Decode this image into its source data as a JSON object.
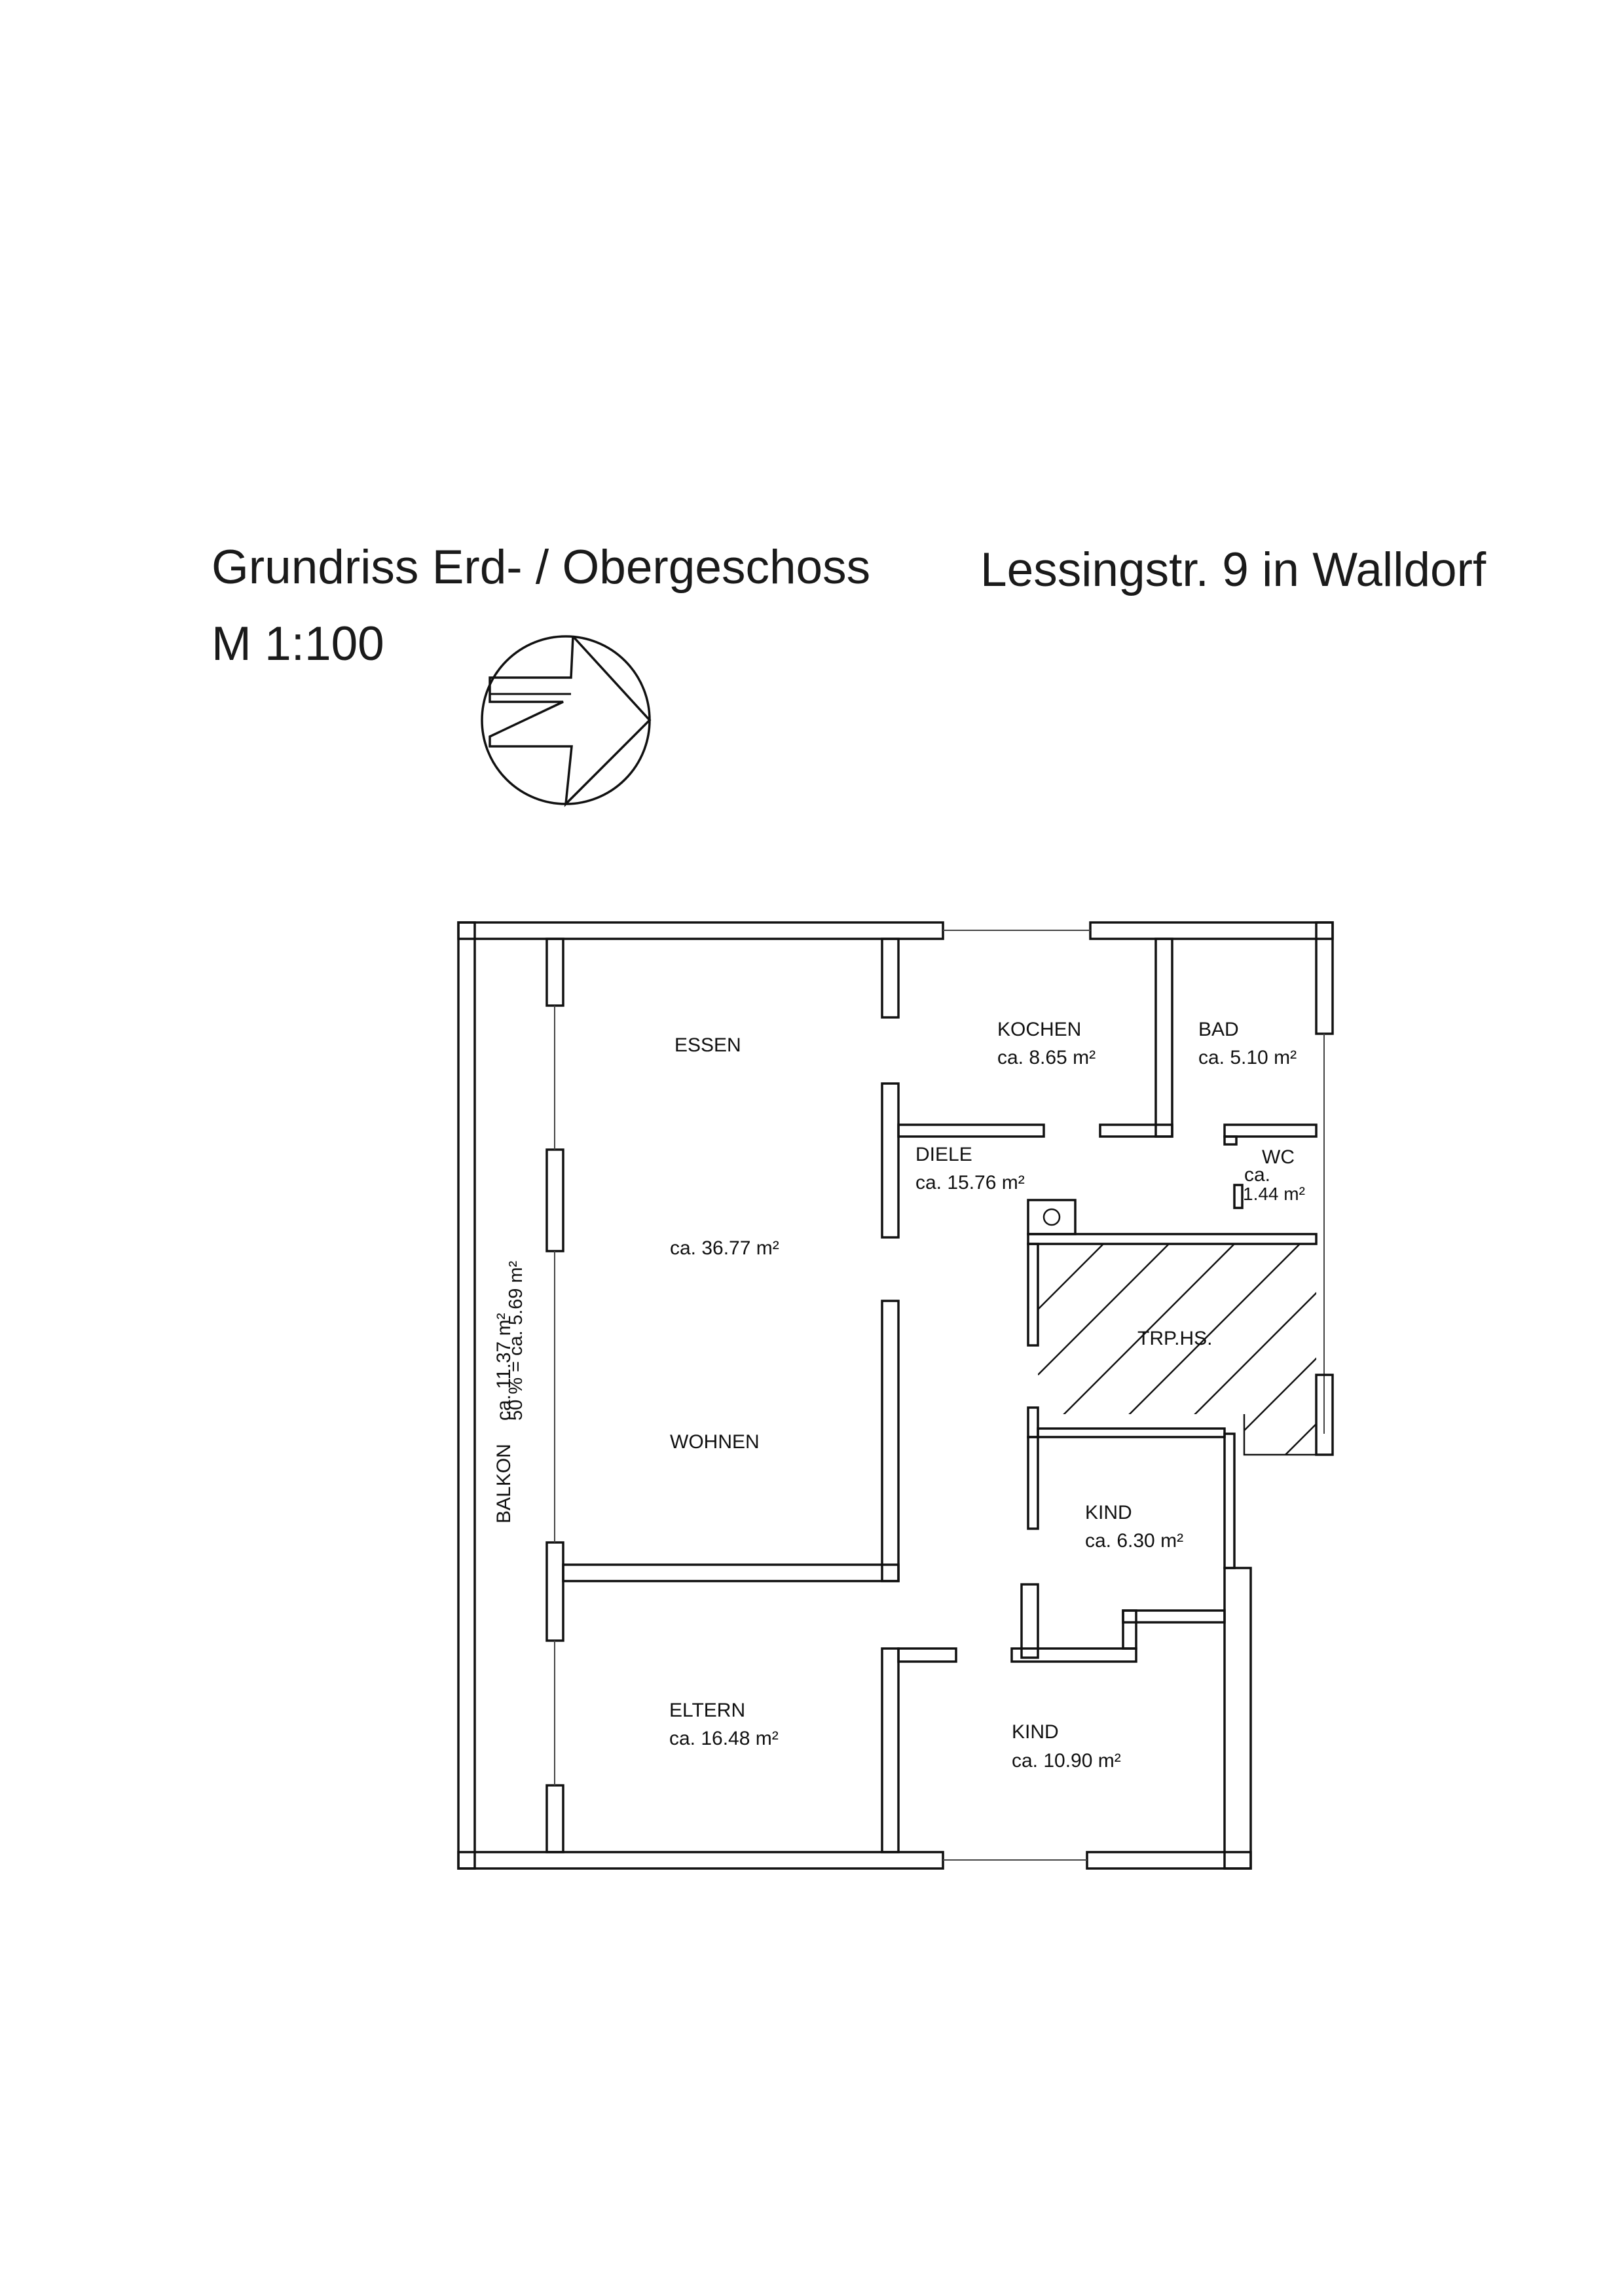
{
  "header": {
    "title": "Grundriss Erd- / Obergeschoss",
    "address": "Lessingstr. 9 in Walldorf",
    "scale": "M 1:100"
  },
  "north_arrow": {
    "icon": "north-arrow-icon"
  },
  "rooms": {
    "essen": {
      "name": "ESSEN"
    },
    "wohnen": {
      "name": "WOHNEN",
      "area": "ca. 36.77 m²"
    },
    "kochen": {
      "name": "KOCHEN",
      "area": "ca. 8.65 m²"
    },
    "bad": {
      "name": "BAD",
      "area": "ca. 5.10 m²"
    },
    "diele": {
      "name": "DIELE",
      "area": "ca. 15.76 m²"
    },
    "wc": {
      "name": "WC",
      "area_prefix": "ca.",
      "area_value": "1.44 m²"
    },
    "treppenhaus": {
      "name": "TRP.HS."
    },
    "kind_1": {
      "name": "KIND",
      "area": "ca. 6.30 m²"
    },
    "kind_2": {
      "name": "KIND",
      "area": "ca. 10.90 m²"
    },
    "eltern": {
      "name": "ELTERN",
      "area": "ca. 16.48 m²"
    },
    "balkon": {
      "name": "BALKON",
      "area": "ca. 11.37 m²",
      "share": "50 % = ca. 5.69 m²"
    }
  }
}
